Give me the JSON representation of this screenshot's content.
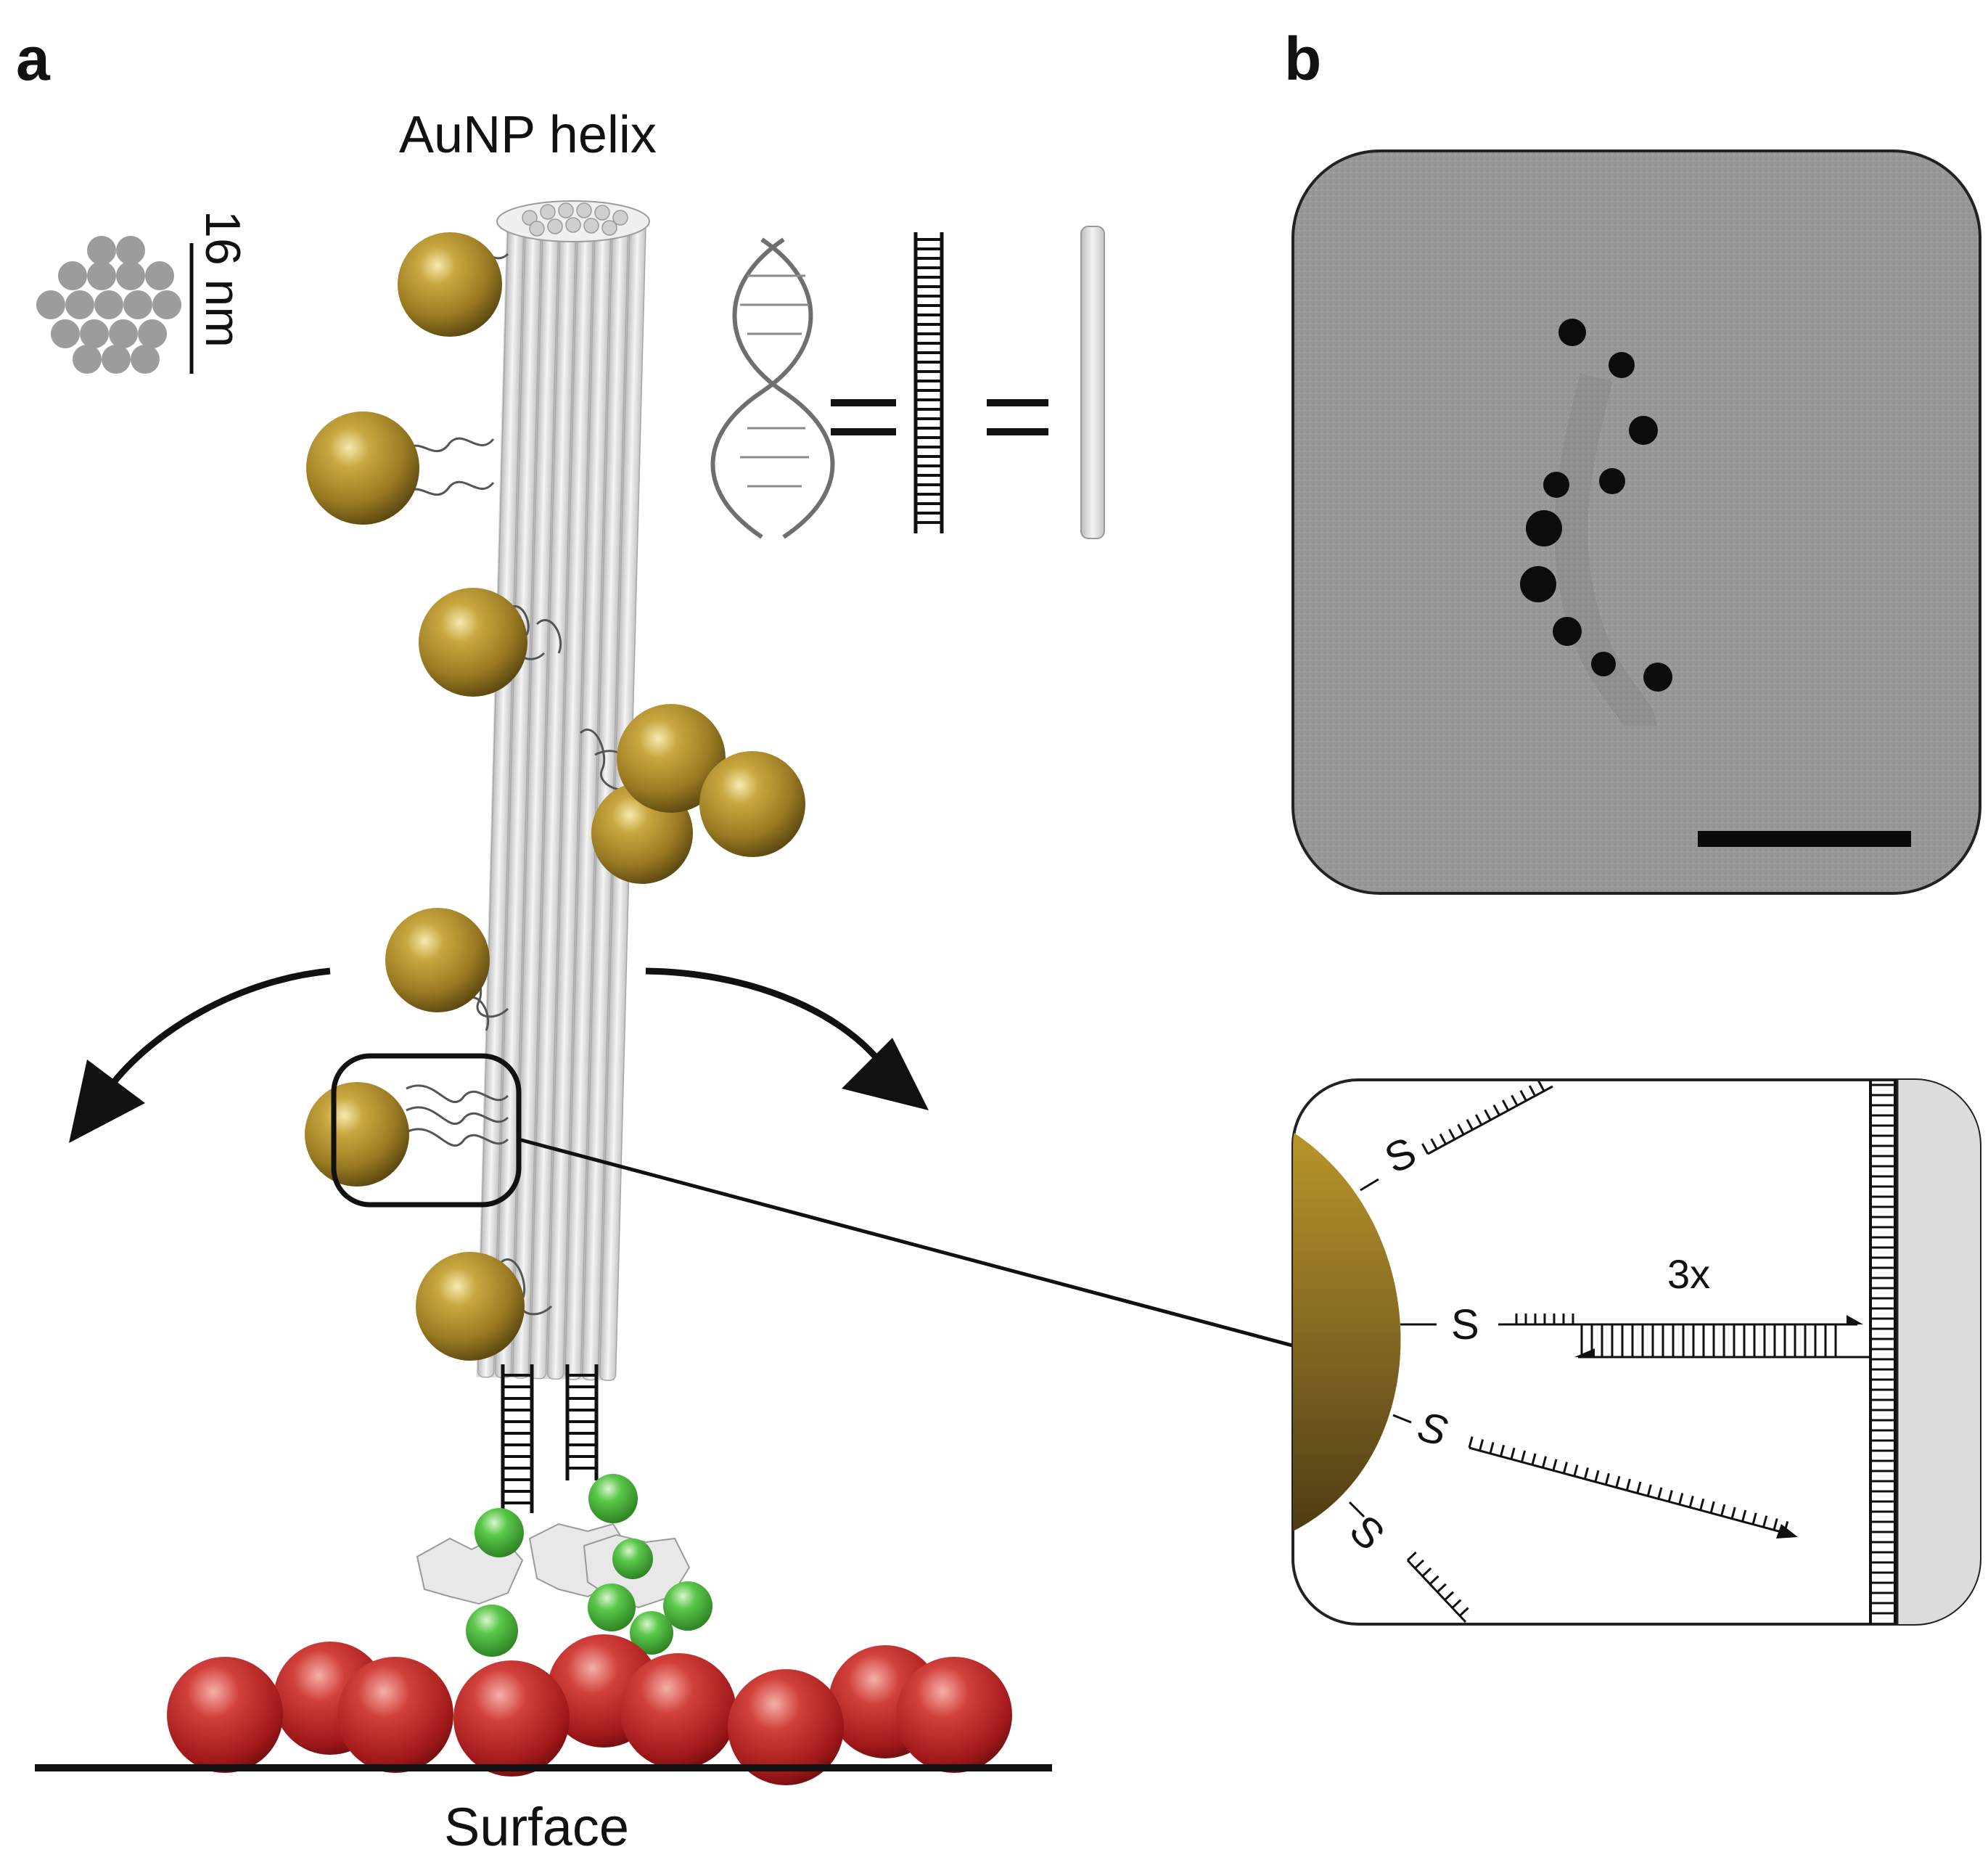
{
  "panel_a": {
    "letter": "a",
    "title": "AuNP helix",
    "scale_label": "16 nm",
    "surface_label": "Surface"
  },
  "panel_b": {
    "letter": "b"
  },
  "inset": {
    "thiol_label": "S",
    "repeat_label": "3x"
  },
  "colors": {
    "gold": "#a8892a",
    "gold_dark": "#6e5716",
    "red_bead": "#c0282a",
    "green_bead": "#49b03a",
    "tem_background": "#9a9a9a",
    "helix_bundle": "#e6e6e6"
  }
}
